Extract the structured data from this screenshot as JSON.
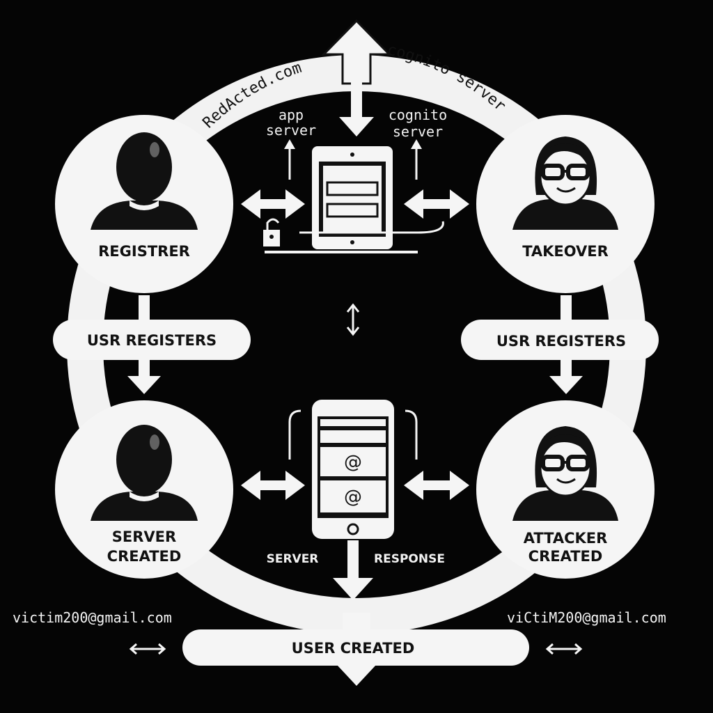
{
  "ring": {
    "left_text": "RedActed.com",
    "right_text": "cognito server"
  },
  "top": {
    "app_server_line1": "app",
    "app_server_line2": "server",
    "cognito_line1": "cognito",
    "cognito_line2": "server"
  },
  "nodes": {
    "registrer": [
      "REGISTRER"
    ],
    "takeover": [
      "TAKEOVER"
    ],
    "server_created": [
      "SERVER",
      "CREATED"
    ],
    "attacker_created": [
      "ATTACKER",
      "CREATED"
    ]
  },
  "pills": {
    "left": "USR REGISTERS",
    "right": "USR REGISTERS",
    "bottom": "USER CREATED"
  },
  "captions": {
    "server": "SERVER",
    "response": "RESPONSE"
  },
  "emails": {
    "left": "victim200@gmail.com",
    "right": "viCtiM200@gmail.com"
  },
  "phone": {
    "field1": "@",
    "field2": "@"
  },
  "colors": {
    "background": "#050505",
    "foreground": "#f5f5f5",
    "ink": "#111111"
  }
}
